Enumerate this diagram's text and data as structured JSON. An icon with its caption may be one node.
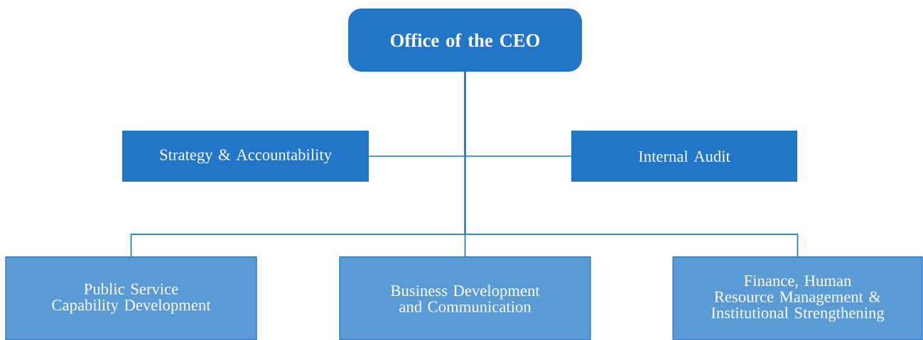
{
  "diagram": {
    "nodes": [
      {
        "text": [
          "Office of the CEO"
        ]
      },
      {
        "text": [
          "Strategy & Accountability"
        ]
      },
      {
        "text": [
          "Internal Audit"
        ]
      },
      {
        "text": [
          "Public Service Capability Development"
        ]
      },
      {
        "text": [
          "Business Development and Communication"
        ]
      },
      {
        "text": [
          "Finance, Human Resource Management & Institutional Strengthening"
        ]
      }
    ],
    "edges": [
      {
        "from": 0,
        "to": 1,
        "arrow": "none"
      },
      {
        "from": 0,
        "to": 2,
        "arrow": "none"
      },
      {
        "from": 0,
        "to": 3,
        "arrow": "none"
      },
      {
        "from": 0,
        "to": 4,
        "arrow": "none"
      },
      {
        "from": 0,
        "to": 5,
        "arrow": "none"
      }
    ]
  }
}
